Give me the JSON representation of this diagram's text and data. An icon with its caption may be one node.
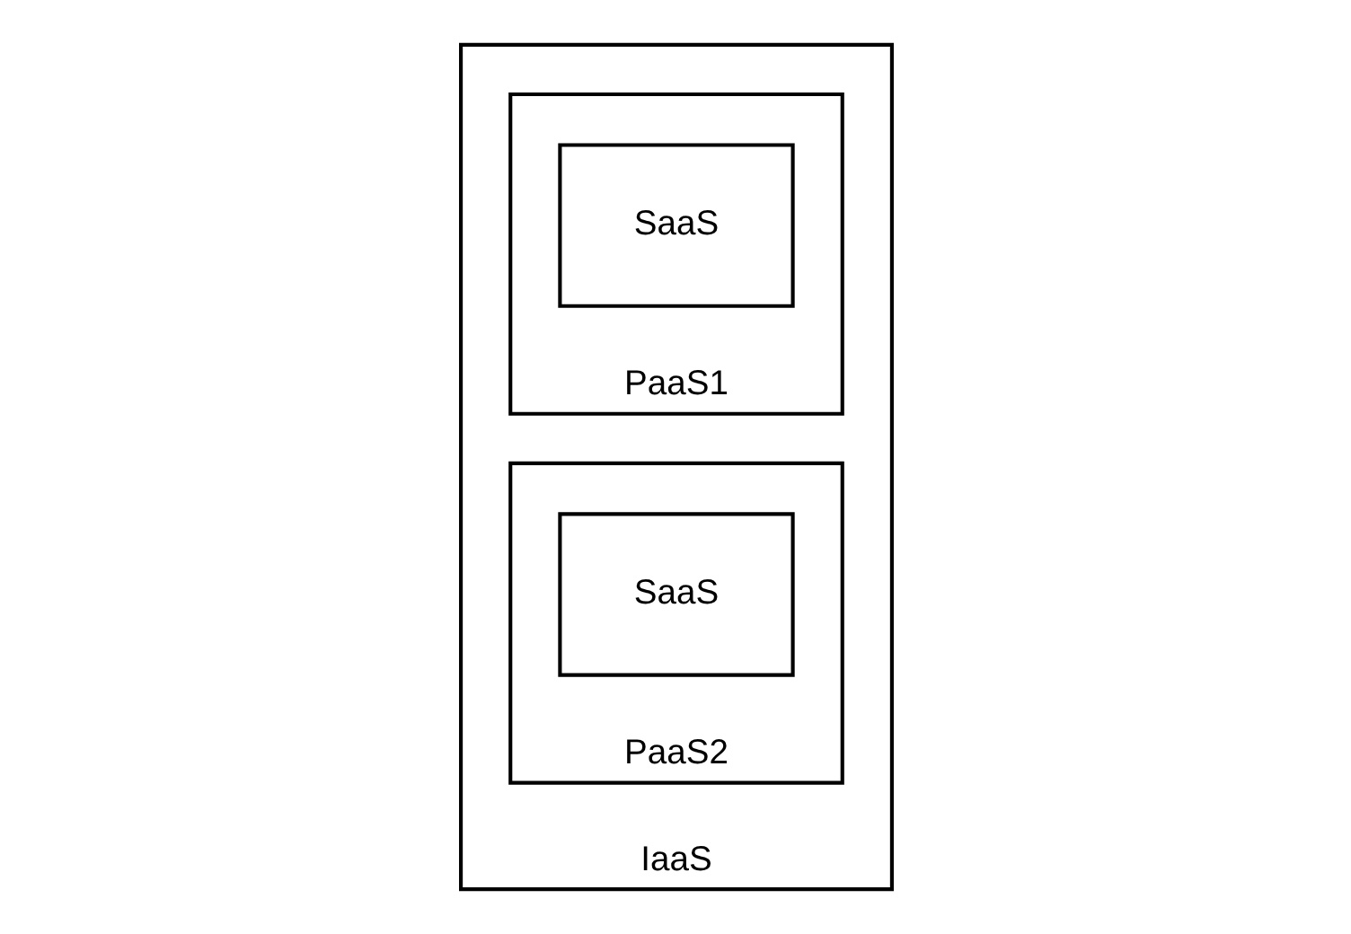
{
  "diagram": {
    "nodes": [
      {
        "text": [
          "IaaS"
        ]
      },
      {
        "text": [
          "PaaS1"
        ],
        "in": 0
      },
      {
        "text": [
          "SaaS"
        ],
        "in": 1
      },
      {
        "text": [
          "PaaS2"
        ],
        "in": 0
      },
      {
        "text": [
          "SaaS"
        ],
        "in": 3
      }
    ]
  }
}
